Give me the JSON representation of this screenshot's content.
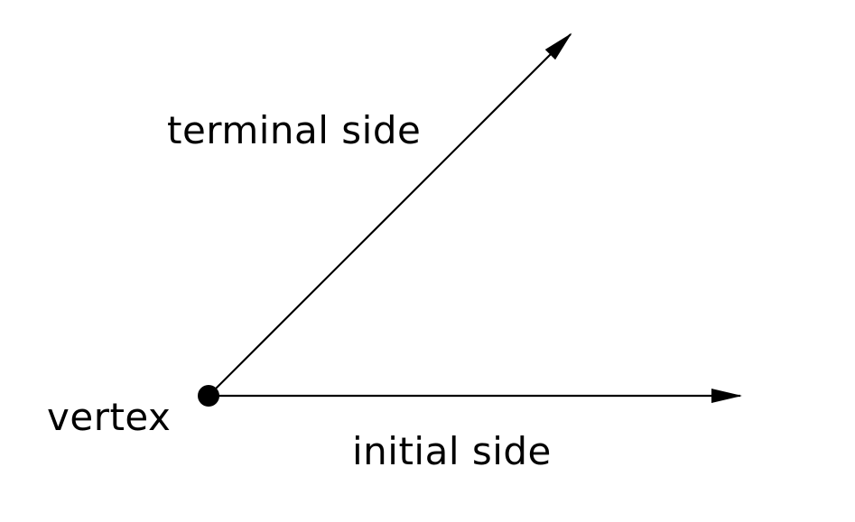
{
  "labels": {
    "terminal": "terminal side",
    "vertex": "vertex",
    "initial": "initial side"
  },
  "colors": {
    "stroke": "#000000",
    "text": "#000000",
    "background": "#ffffff"
  }
}
